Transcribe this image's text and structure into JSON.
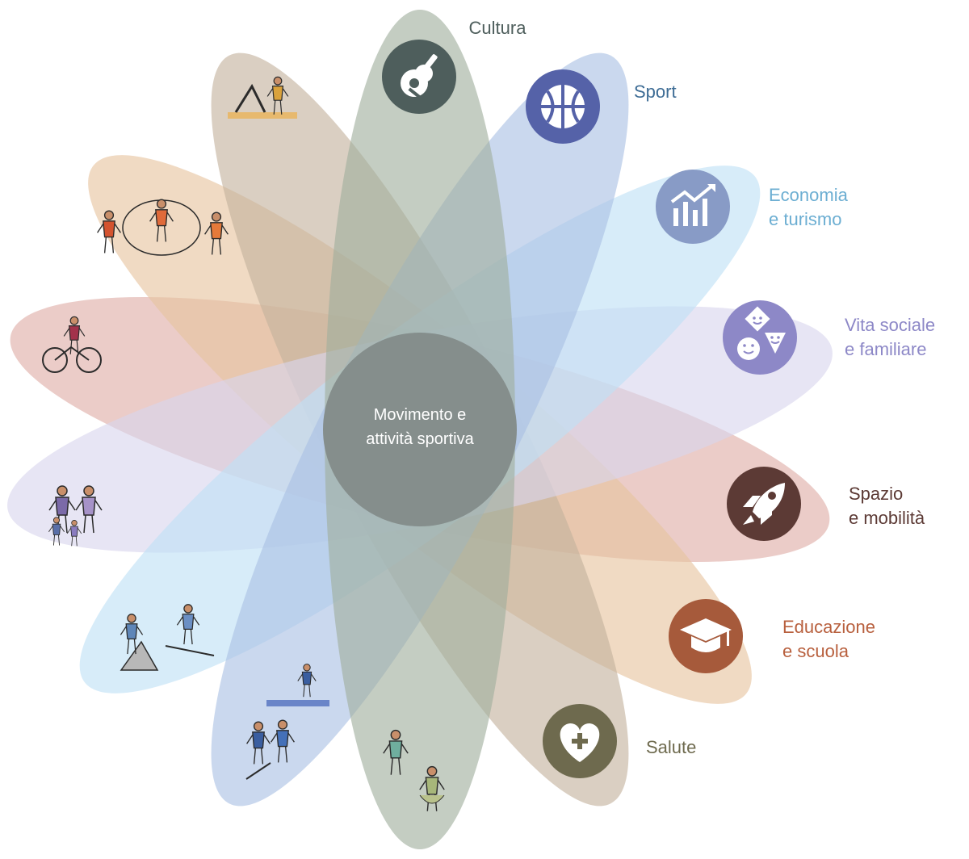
{
  "center": {
    "line1": "Movimento e",
    "line2": "attività sportiva",
    "color": "#858e8c"
  },
  "petals": [
    {
      "id": "cultura",
      "lines": [
        "Cultura"
      ],
      "icon": "guitar-icon",
      "fill": "#9fae9d",
      "iconColor": "#4e5e5c",
      "textColor": "#4e5e5c"
    },
    {
      "id": "sport",
      "lines": [
        "Sport"
      ],
      "icon": "basketball-icon",
      "fill": "#a9c0e4",
      "iconColor": "#5562a8",
      "textColor": "#3d6c95"
    },
    {
      "id": "economia",
      "lines": [
        "Economia",
        "e turismo"
      ],
      "icon": "growth-chart-icon",
      "fill": "#bfe1f6",
      "iconColor": "#889bc6",
      "textColor": "#6caed2"
    },
    {
      "id": "vita",
      "lines": [
        "Vita sociale",
        "e familiare"
      ],
      "icon": "smiley-shapes-icon",
      "fill": "#d9d5ee",
      "iconColor": "#8d88c7",
      "textColor": "#8d88c7"
    },
    {
      "id": "spazio",
      "lines": [
        "Spazio",
        "e mobilità"
      ],
      "icon": "rocket-icon",
      "fill": "#deada6",
      "iconColor": "#5c3a35",
      "textColor": "#5c3a35"
    },
    {
      "id": "educazione",
      "lines": [
        "Educazione",
        "e scuola"
      ],
      "icon": "graduation-cap-icon",
      "fill": "#e6c49e",
      "iconColor": "#a65a3b",
      "textColor": "#b8603e"
    },
    {
      "id": "salute",
      "lines": [
        "Salute"
      ],
      "icon": "heart-plus-icon",
      "fill": "#c4b19d",
      "iconColor": "#6e6a4e",
      "textColor": "#6e6a4e"
    }
  ],
  "illustrations": [
    {
      "icon": "yoga-pair-illustration"
    },
    {
      "icon": "jump-rope-illustration"
    },
    {
      "icon": "cyclist-illustration"
    },
    {
      "icon": "family-illustration"
    },
    {
      "icon": "hiking-skiing-illustration"
    },
    {
      "icon": "fitness-hockey-illustration"
    },
    {
      "icon": "dance-illustration"
    }
  ]
}
